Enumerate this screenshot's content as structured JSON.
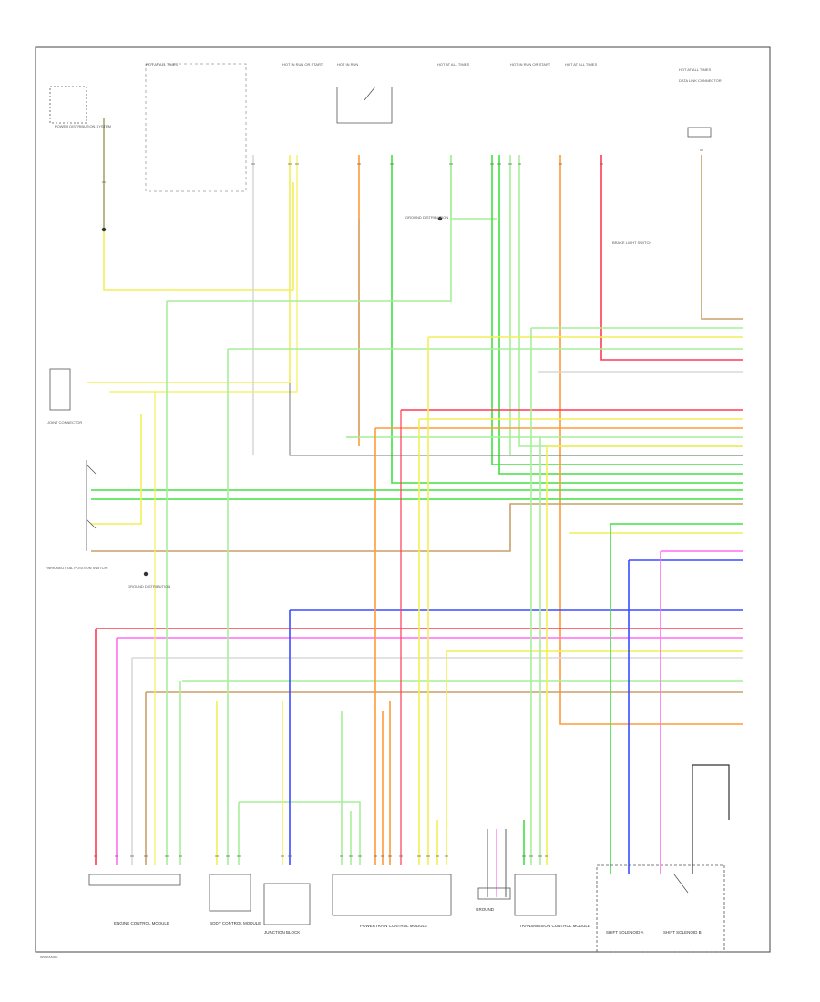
{
  "diagram": {
    "type": "wiring-diagram",
    "footer_code": "W0000000",
    "top_labels": [
      "HOT AT ALL TIMES",
      "HOT IN RUN OR START",
      "HOT IN RUN",
      "HOT AT ALL TIMES",
      "HOT IN RUN OR START",
      "HOT AT ALL TIMES",
      "HOT AT ALL TIMES"
    ],
    "component_labels": {
      "left_upper": "POWER DISTRIBUTION SYSTEM",
      "left_middle": "JOINT CONNECTOR",
      "left_lower": "PARK/NEUTRAL POSITION SWITCH",
      "ground_left": "GROUND DISTRIBUTION",
      "ground_top": "GROUND DISTRIBUTION",
      "relay_right": "BRAKE LIGHT SWITCH",
      "top_right": "DATA LINK CONNECTOR"
    },
    "bottom_labels": [
      "ENGINE CONTROL MODULE",
      "BODY CONTROL MODULE",
      "JUNCTION BLOCK",
      "POWERTRAIN CONTROL MODULE",
      "GROUND",
      "TRANSMISSION CONTROL MODULE",
      "SHIFT SOLENOID A",
      "SHIFT SOLENOID B"
    ],
    "colors": {
      "yellow": "#f2ef55",
      "green": "#43e043",
      "lt_green": "#a6ef9a",
      "red": "#ff3a55",
      "pink": "#ff6ff0",
      "blue": "#3a4cff",
      "orange": "#ff9a3a",
      "tan": "#c9a06a",
      "gray": "#7a7a7a",
      "white": "#d9d9d9",
      "frame": "#444444"
    }
  }
}
